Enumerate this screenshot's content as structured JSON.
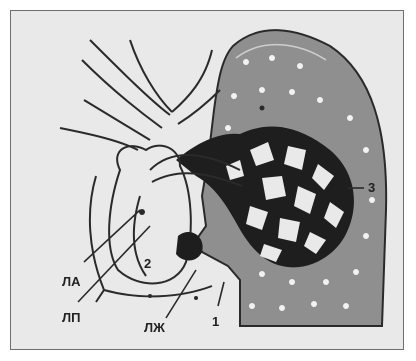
{
  "labels": {
    "la": "ЛА",
    "lp": "ЛП",
    "lzh": "ЛЖ",
    "n1": "1",
    "n2": "2",
    "n3": "3"
  },
  "colors": {
    "background": "#e9e9e9",
    "frame": "#6f6f6f",
    "lung_fill": "#8f8f8f",
    "vessel_dark": "#1e1e1e",
    "line": "#2a2a2a"
  }
}
